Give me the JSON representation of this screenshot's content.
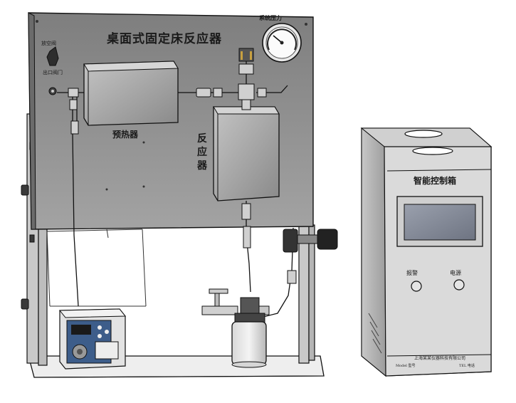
{
  "panel": {
    "title": "桌面式固定床反应器",
    "gauge_label": "系统压力",
    "vent_label": "放空阀",
    "vent_cap_label": "出口阀门",
    "preheater_label": "预热器",
    "reactor_label": "反应器"
  },
  "control_box": {
    "title": "智能控制箱",
    "button_left_label": "报警",
    "button_right_label": "电源",
    "maker_label": "上海某某仪器科技有限公司",
    "model_label": "Model 型号",
    "phone_label": "TEL 电话"
  },
  "colors": {
    "panel_gray": "#8d8d8d",
    "line": "#111111",
    "module_gray": "#a5a5a5",
    "pump_blue": "#3d5d8a",
    "screen": "#8a8f9e"
  }
}
